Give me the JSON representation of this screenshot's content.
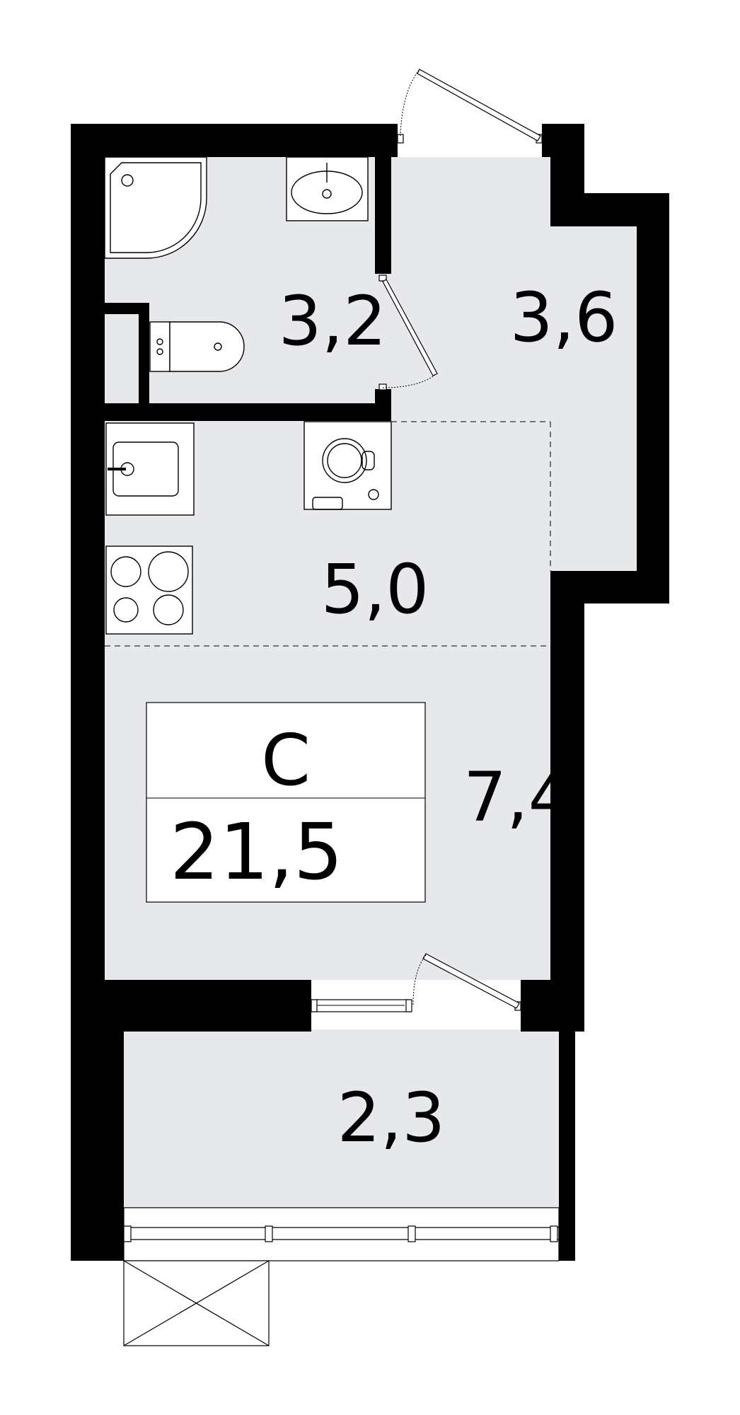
{
  "colors": {
    "wall": "#000000",
    "floor": "#e6e8eb",
    "background": "#ffffff",
    "fixture_line": "#000000"
  },
  "rooms": {
    "bathroom_area": "3,2",
    "hallway_area": "3,6",
    "kitchen_area": "5,0",
    "living_area": "7,4",
    "balcony_area": "2,3"
  },
  "apartment": {
    "type": "С",
    "total_area": "21,5"
  }
}
